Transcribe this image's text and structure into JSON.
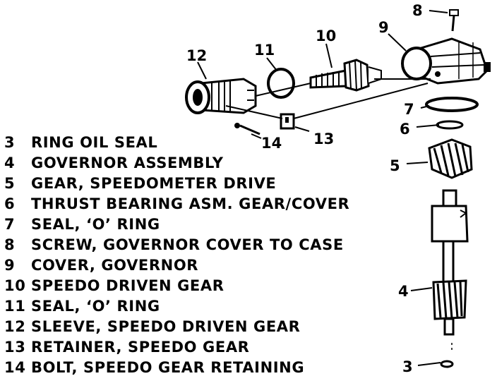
{
  "callouts": {
    "c3": "3",
    "c4": "4",
    "c5": "5",
    "c6": "6",
    "c7": "7",
    "c8": "8",
    "c9": "9",
    "c10": "10",
    "c11": "11",
    "c12": "12",
    "c13": "13",
    "c14": "14"
  },
  "legend": [
    {
      "num": "3",
      "text": "RING OIL SEAL"
    },
    {
      "num": "4",
      "text": "GOVERNOR ASSEMBLY"
    },
    {
      "num": "5",
      "text": "GEAR, SPEEDOMETER DRIVE"
    },
    {
      "num": "6",
      "text": "THRUST BEARING ASM. GEAR/COVER"
    },
    {
      "num": "7",
      "text": "SEAL, ‘O’ RING"
    },
    {
      "num": "8",
      "text": "SCREW, GOVERNOR COVER TO CASE"
    },
    {
      "num": "9",
      "text": "COVER, GOVERNOR"
    },
    {
      "num": "10",
      "text": "SPEEDO DRIVEN GEAR"
    },
    {
      "num": "11",
      "text": "SEAL, ‘O’ RING"
    },
    {
      "num": "12",
      "text": "SLEEVE, SPEEDO DRIVEN GEAR"
    },
    {
      "num": "13",
      "text": "RETAINER, SPEEDO GEAR"
    },
    {
      "num": "14",
      "text": "BOLT, SPEEDO GEAR RETAINING"
    }
  ]
}
